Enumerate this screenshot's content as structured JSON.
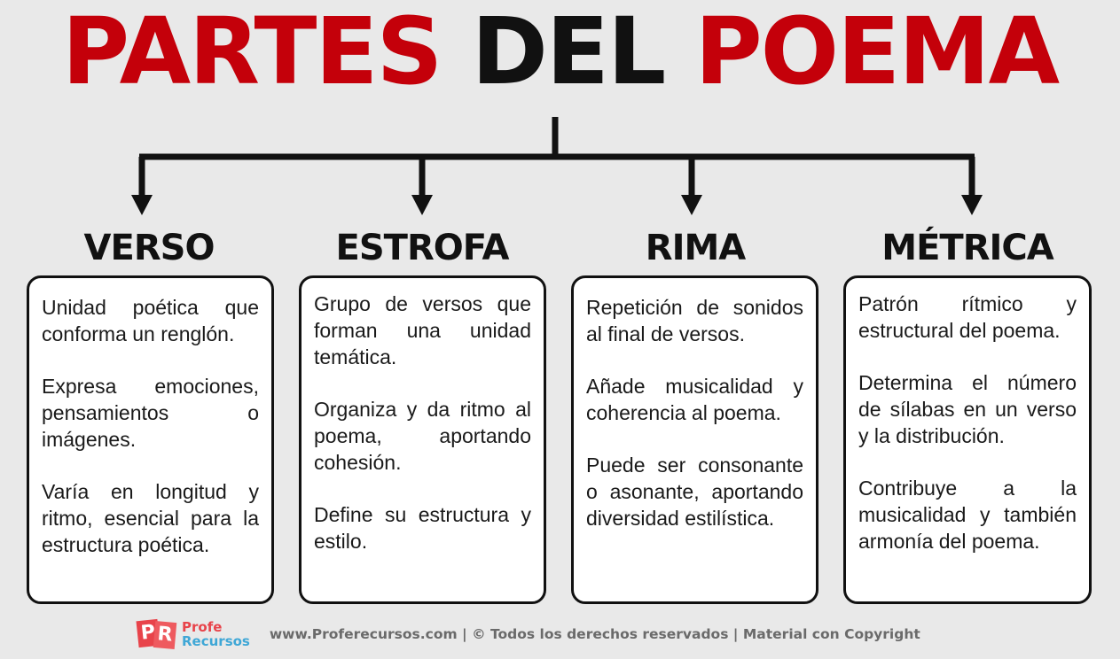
{
  "title": {
    "part1": "PARTES",
    "part2": "DEL",
    "part3": "POEMA",
    "color_red": "#c4000a",
    "color_black": "#111111"
  },
  "sections": [
    {
      "heading": "VERSO",
      "paragraphs": [
        "Unidad poética que conforma un renglón.",
        "Expresa emociones, pensamientos o imágenes.",
        "Varía en longitud y ritmo, esencial para la estructura poética."
      ]
    },
    {
      "heading": "ESTROFA",
      "paragraphs": [
        "Grupo de versos que forman una unidad temática.",
        "Organiza y da ritmo al poema, aportando cohesión.",
        "Define su estructura y estilo."
      ]
    },
    {
      "heading": "RIMA",
      "paragraphs": [
        "Repetición de sonidos al final de versos.",
        "Añade musicalidad y coherencia al poema.",
        "Puede ser consonante o asonante, aportando diversidad estilística."
      ]
    },
    {
      "heading": "MÉTRICA",
      "paragraphs": [
        "Patrón rítmico y estructural del poema.",
        "Determina el número de sílabas en un verso y la distribución.",
        "Contribuye a la musicalidad y también armonía del poema."
      ]
    }
  ],
  "footer": {
    "logo_letter_1": "P",
    "logo_letter_2": "R",
    "logo_line_1": "Profe",
    "logo_line_2": "Recursos",
    "text": "www.Proferecursos.com | © Todos los derechos reservados | Material con Copyright"
  }
}
